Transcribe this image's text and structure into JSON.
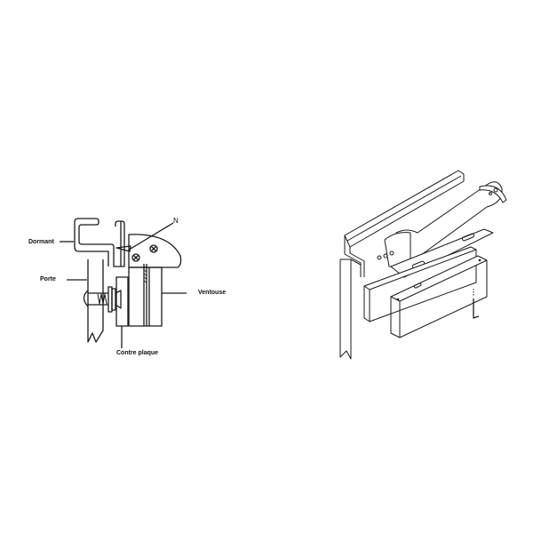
{
  "figures": {
    "section": {
      "labels": {
        "dormant": "Dormant",
        "porte": "Porte",
        "ventouse": "Ventouse",
        "contre_plaque": "Contre plaque",
        "n": "N"
      }
    },
    "perspective": {
      "description": "Isometric view of electromagnetic lock mounted on door frame"
    }
  },
  "colors": {
    "line": "#1a1a1a",
    "background": "#ffffff"
  }
}
